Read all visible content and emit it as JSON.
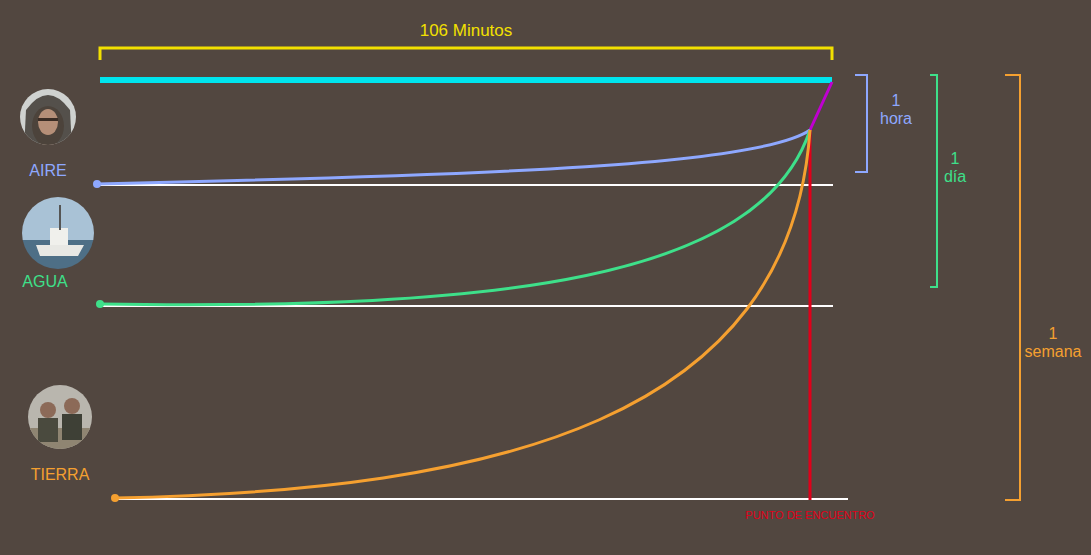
{
  "diagram": {
    "labels": [
      "106 Minutos",
      "AIRE",
      "AGUA",
      "TIERRA",
      "1 hora",
      "1 día",
      "1 semana",
      "PUNTO DE ENCUENTRO"
    ]
  }
}
